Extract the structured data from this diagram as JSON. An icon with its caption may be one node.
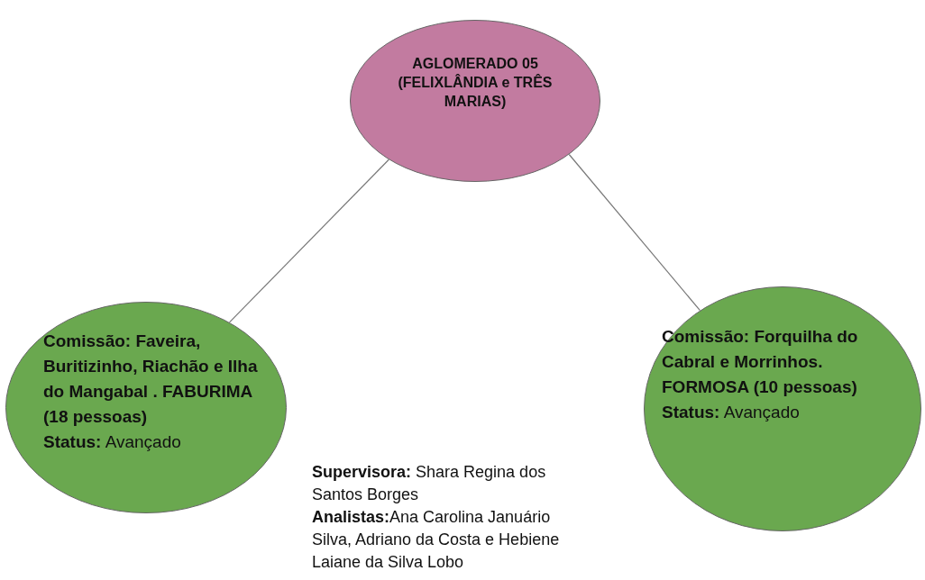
{
  "diagram": {
    "nodes": [
      {
        "text": [
          "AGLOMERADO 05 (FELIXLÂNDIA e TRÊS MARIAS)"
        ]
      },
      {
        "text": [
          "Comissão: Faveira, Buritizinho, Riachão e Ilha do Mangabal . FABURIMA (18 pessoas)",
          "**Status:** Avançado"
        ]
      },
      {
        "text": [
          "Comissão: Forquilha do Cabral e Morrinhos. FORMOSA (10 pessoas)",
          "**Status:** Avançado"
        ]
      }
    ],
    "edges": [
      {
        "from": 0,
        "to": 1,
        "arrow": "none"
      },
      {
        "from": 0,
        "to": 2,
        "arrow": "none"
      }
    ],
    "labels": [
      "**Supervisora:** Shara Regina dos Santos Borges",
      "**Analistas:**Ana Carolina Januário Silva, Adriano da Costa e Hebiene Laiane da Silva Lobo"
    ]
  }
}
